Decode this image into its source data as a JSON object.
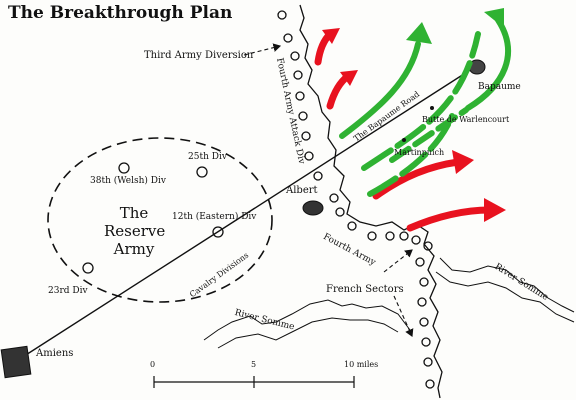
{
  "title": "The Breakthrough Plan",
  "labels": {
    "third_army_diversion": "Third Army Diversion",
    "fourth_army_attack_div": "Fourth Army Attack Div",
    "the_bapaume_road": "The Bapaume Road",
    "bapaume": "Bapaume",
    "butte_de_warlencourt": "Butte de Warlencourt",
    "martinpuich": "Martinpuich",
    "albert": "Albert",
    "fourth_army": "Fourth Army",
    "reserve_army_line1": "The",
    "reserve_army_line2": "Reserve",
    "reserve_army_line3": "Army",
    "div_38th": "38th (Welsh) Div",
    "div_25th": "25th Div",
    "div_12th": "12th (Eastern) Div",
    "div_23rd": "23rd Div",
    "cavalry_divisions": "Cavalry Divisions",
    "french_sectors": "French Sectors",
    "river_somme_1": "River Somme",
    "river_somme_2": "River Somme",
    "amiens": "Amiens"
  },
  "scale_bar": {
    "tick_0": "0",
    "tick_5": "5",
    "tick_10": "10 miles"
  },
  "colors": {
    "allied_attack_arrow": "#e8121f",
    "breakthrough_arrow": "#2fb232",
    "ink": "#111111"
  }
}
